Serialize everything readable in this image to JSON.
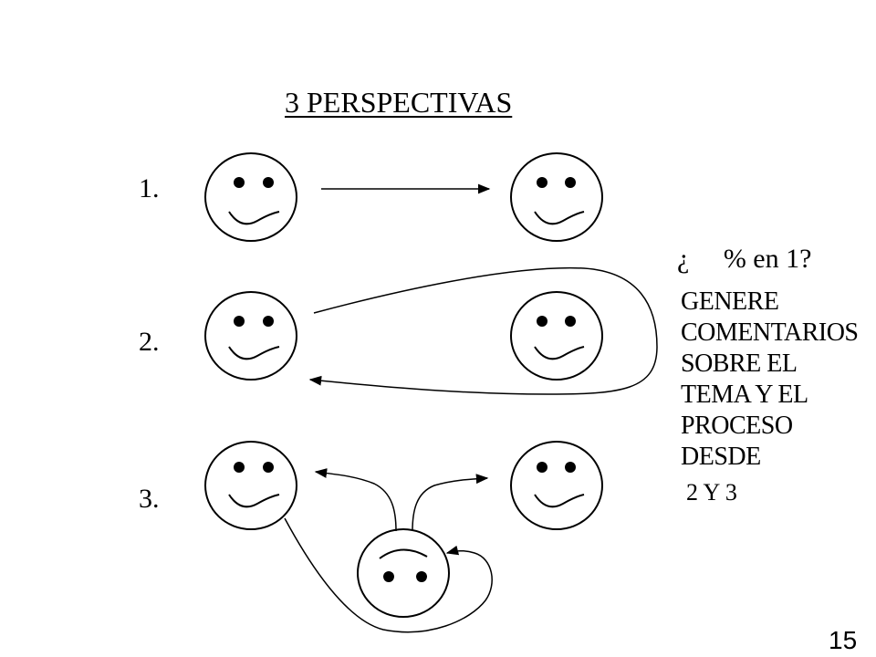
{
  "slide": {
    "title": "3 PERSPECTIVAS",
    "perspectives": [
      {
        "label": "1."
      },
      {
        "label": "2."
      },
      {
        "label": "3."
      }
    ],
    "question": "¿     % en 1?",
    "instruction_lines": [
      "GENERE",
      "COMENTARIOS",
      "SOBRE EL",
      "TEMA Y EL",
      "PROCESO",
      "DESDE"
    ],
    "instruction_sub": "2 Y 3",
    "page_number": "15"
  },
  "icons": [
    "smiley-face-icon",
    "arrow-icon"
  ]
}
